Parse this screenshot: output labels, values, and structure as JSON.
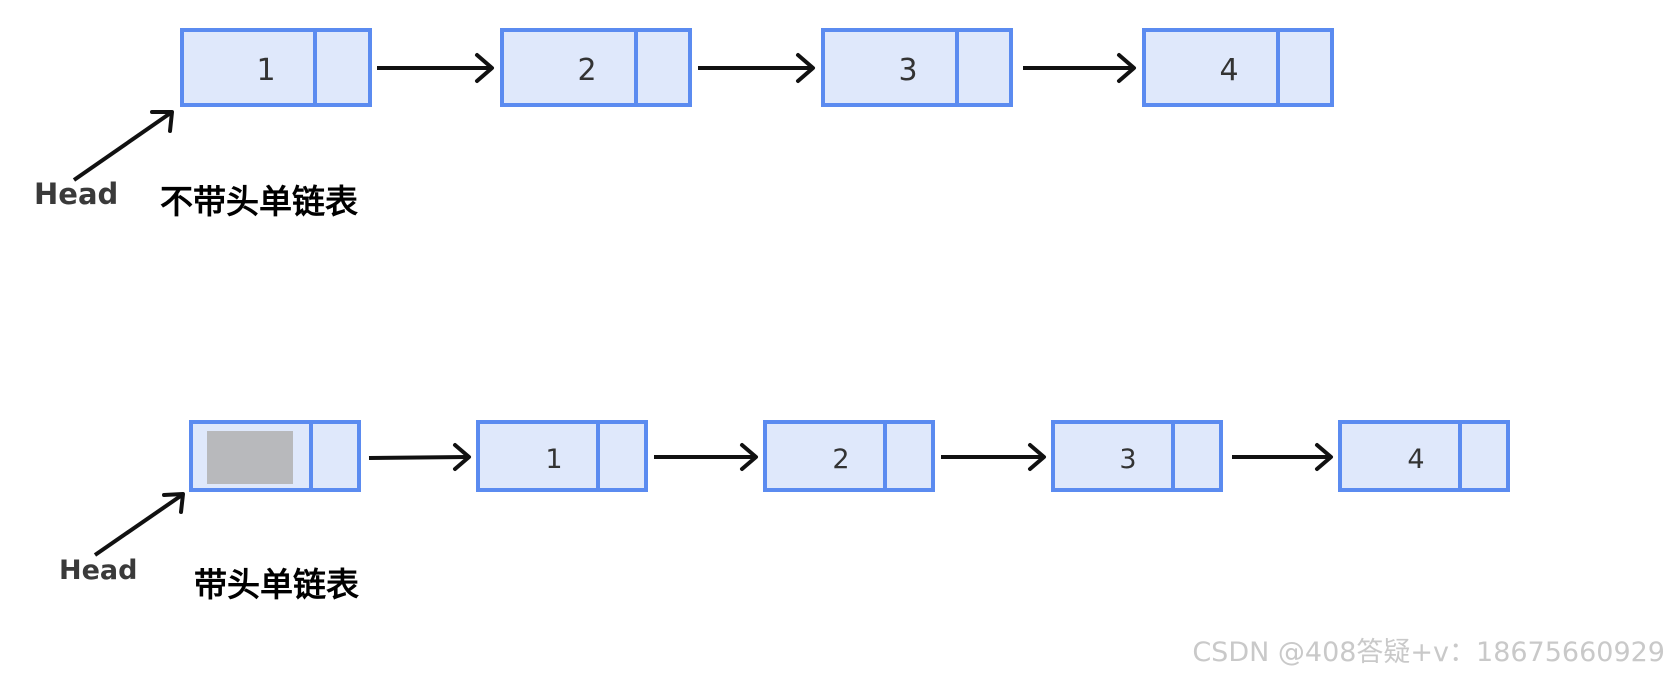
{
  "diagrams": [
    {
      "title": "不带头单链表",
      "head_label": "Head",
      "has_sentinel": false,
      "nodes": [
        "1",
        "2",
        "3",
        "4"
      ]
    },
    {
      "title": "带头单链表",
      "head_label": "Head",
      "has_sentinel": true,
      "nodes": [
        "1",
        "2",
        "3",
        "4"
      ]
    }
  ],
  "watermark": "CSDN @408答疑+v：18675660929",
  "colors": {
    "node_fill": "#dfe8fb",
    "node_stroke": "#5b8bf0",
    "sentinel_fill": "#b8b9bc",
    "arrow": "#111111"
  }
}
